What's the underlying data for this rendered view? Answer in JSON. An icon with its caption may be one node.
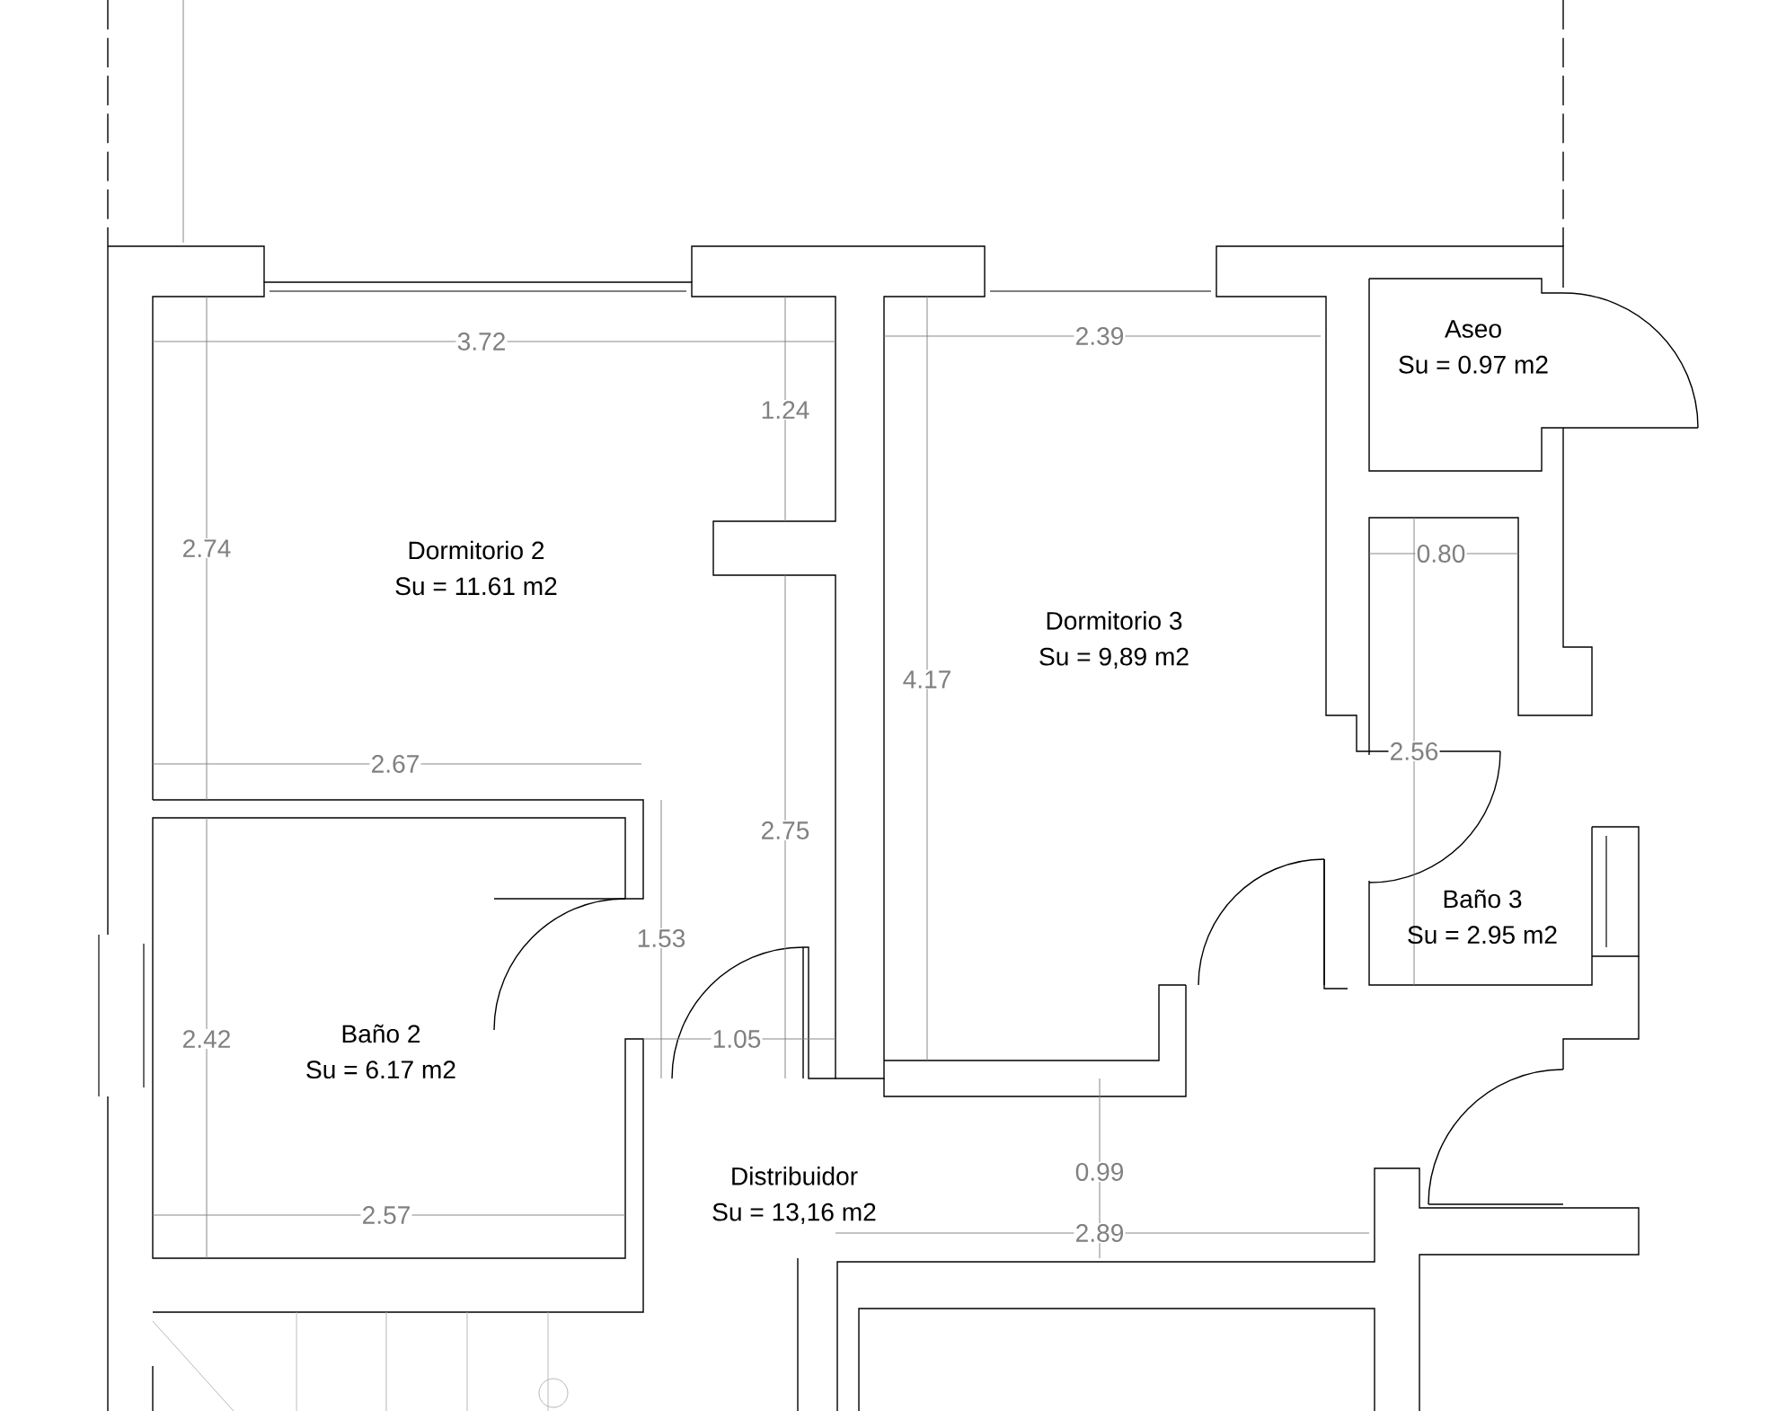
{
  "diagram": {
    "nodes": [
      {
        "text": [
          "Dormitorio 2",
          "Su = 11.61 m2"
        ]
      },
      {
        "text": [
          "Dormitorio 3",
          "Su = 9,89 m2"
        ]
      },
      {
        "text": [
          "Aseo",
          "Su = 0.97 m2"
        ]
      },
      {
        "text": [
          "Baño 3",
          "Su = 2.95 m2"
        ]
      },
      {
        "text": [
          "Baño 2",
          "Su = 6.17 m2"
        ]
      },
      {
        "text": [
          "Distribuidor",
          "Su = 13,16 m2"
        ]
      }
    ],
    "labels": [
      "3.72",
      "2.39",
      "1.24",
      "0.80",
      "2.74",
      "4.17",
      "2.56",
      "2.67",
      "2.75",
      "1.53",
      "2.42",
      "1.05",
      "0.99",
      "2.57",
      "2.89"
    ]
  }
}
